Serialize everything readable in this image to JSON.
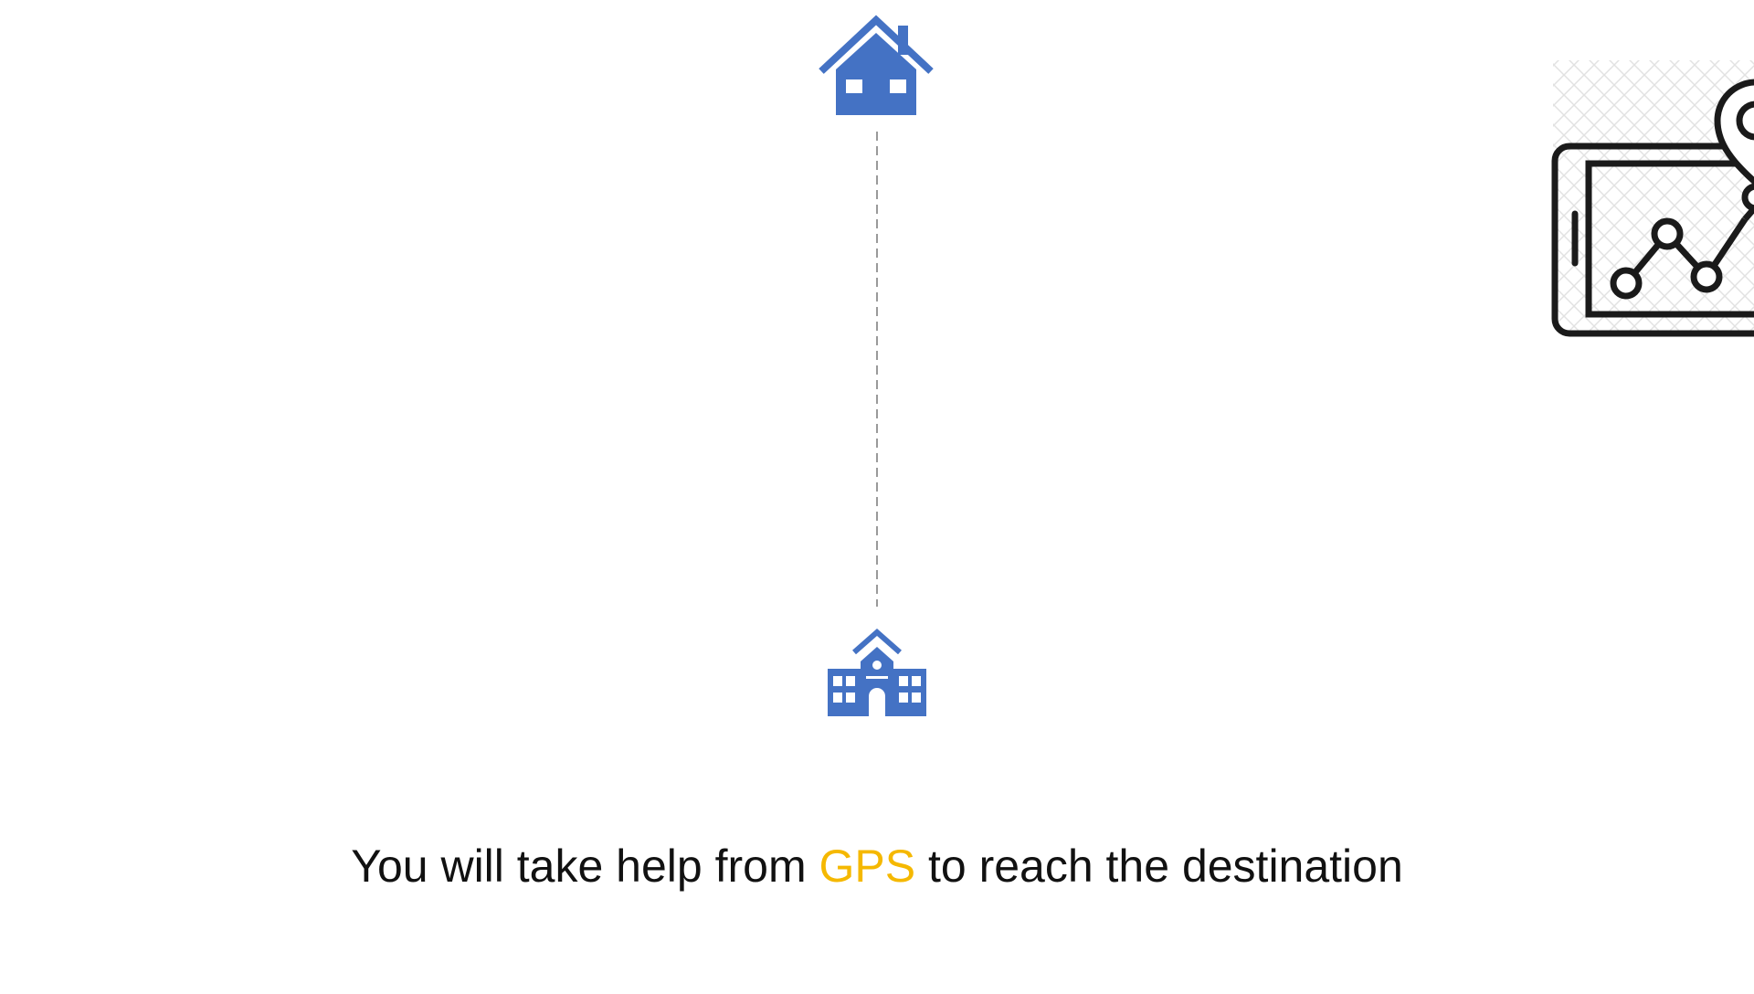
{
  "slide": {
    "caption_before": "You will take help from ",
    "caption_highlight": "GPS",
    "caption_after": " to reach the destination"
  },
  "icons": {
    "start": "home-icon",
    "destination": "school-icon",
    "navigation": "gps-phone-map-icon"
  },
  "colors": {
    "icon_blue": "#4472c4",
    "highlight": "#f5b800",
    "text": "#111111",
    "route_line": "#9a9a9a",
    "outline_icon": "#1a1a1a"
  }
}
